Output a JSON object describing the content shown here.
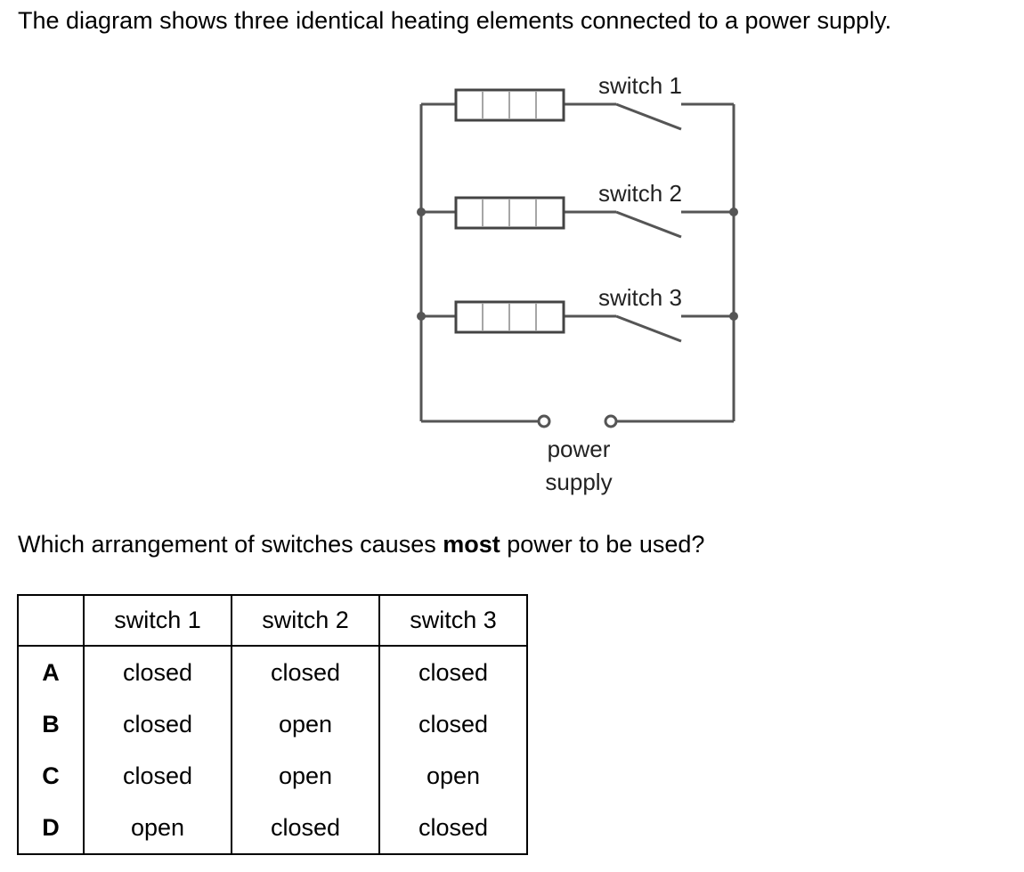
{
  "intro_text": "The diagram shows three identical heating elements connected to a power supply.",
  "diagram": {
    "switch_labels": [
      "switch 1",
      "switch 2",
      "switch 3"
    ],
    "supply_label_line1": "power",
    "supply_label_line2": "supply"
  },
  "question": {
    "before": "Which arrangement of switches causes ",
    "emphasis": "most",
    "after": " power to be used?"
  },
  "table": {
    "headers": [
      "",
      "switch 1",
      "switch 2",
      "switch 3"
    ],
    "rows": [
      {
        "option": "A",
        "s1": "closed",
        "s2": "closed",
        "s3": "closed"
      },
      {
        "option": "B",
        "s1": "closed",
        "s2": "open",
        "s3": "closed"
      },
      {
        "option": "C",
        "s1": "closed",
        "s2": "open",
        "s3": "open"
      },
      {
        "option": "D",
        "s1": "open",
        "s2": "closed",
        "s3": "closed"
      }
    ]
  }
}
